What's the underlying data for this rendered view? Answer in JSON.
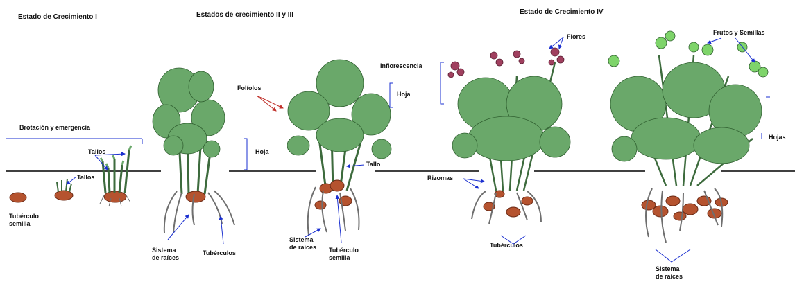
{
  "colors": {
    "leaf": "#6aa86a",
    "leaf_dark": "#2f5e2f",
    "stem": "#3d6b3d",
    "root": "#6f6f6f",
    "tuber": "#b5532f",
    "flower": "#a0405f",
    "fruit": "#7ed46a",
    "arrow_blue": "#1a2fd0",
    "arrow_red": "#c0302a",
    "ground": "#000000"
  },
  "stages": {
    "s1_title": "Estado de Crecimiento  I",
    "s23_title": "Estados de crecimiento II y III",
    "s4_title": "Estado de Crecimiento IV"
  },
  "labels": {
    "brotacion": "Brotación y emergencia",
    "tallos_1": "Tallos",
    "tallos_2": "Tallos",
    "tuberculo_semilla_1": "Tubérculo\nsemilla",
    "hoja_1": "Hoja",
    "sistema_raices_1": "Sistema\nde raíces",
    "tuberculos_1": "Tubérculos",
    "foliolos": "Folíolos",
    "hoja_2": "Hoja",
    "tallo": "Tallo",
    "sistema_raices_2": "Sistema\nde raíces",
    "tuberculo_semilla_2": "Tubérculo\nsemilla",
    "inflorescencia": "Inflorescencia",
    "flores": "Flores",
    "rizomas": "Rizomas",
    "tuberculos_2": "Tubérculos",
    "frutos_semillas": "Frutos y Semillas",
    "hojas": "Hojas",
    "sistema_raices_3": "Sistema\nde raíces"
  }
}
